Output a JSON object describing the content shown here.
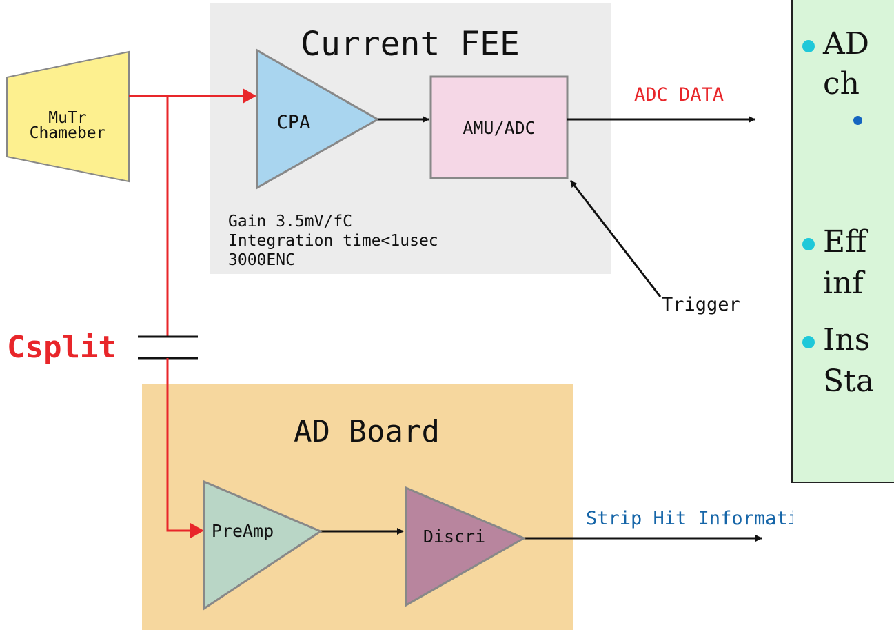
{
  "current_fee": {
    "title": "Current FEE",
    "cpa_label": "CPA",
    "amu_adc_label": "AMU/ADC",
    "specs": [
      "Gain 3.5mV/fC",
      "Integration time<1usec",
      "3000ENC"
    ]
  },
  "chamber_label_lines": [
    "MuTr",
    "Chameber"
  ],
  "adc_data_label": "ADC DATA",
  "trigger_label": "Trigger",
  "csplit_label": "Csplit",
  "ad_board": {
    "title": "AD Board",
    "preamp_label": "PreAmp",
    "discri_label": "Discri"
  },
  "strip_hit_label": "Strip Hit Information",
  "side_panel": {
    "lines": [
      "AD",
      "ch",
      "Eff",
      "inf",
      "Ins",
      "Sta"
    ]
  },
  "colors": {
    "signal_red": "#e8262a",
    "adc_text_red": "#e8262a",
    "strip_text_blue": "#1565a8",
    "fee_bg": "#ececec",
    "ad_board_bg": "#f6d79e",
    "chamber_fill": "#fdf08f",
    "cpa_fill": "#a9d5ef",
    "amu_fill": "#f5d7e6",
    "preamp_fill": "#b9d6c6",
    "discri_fill": "#b8859e",
    "panel_bg": "#d9f5d9",
    "bullet_cyan": "#1fc8d9",
    "bullet_blue": "#1565c0"
  }
}
